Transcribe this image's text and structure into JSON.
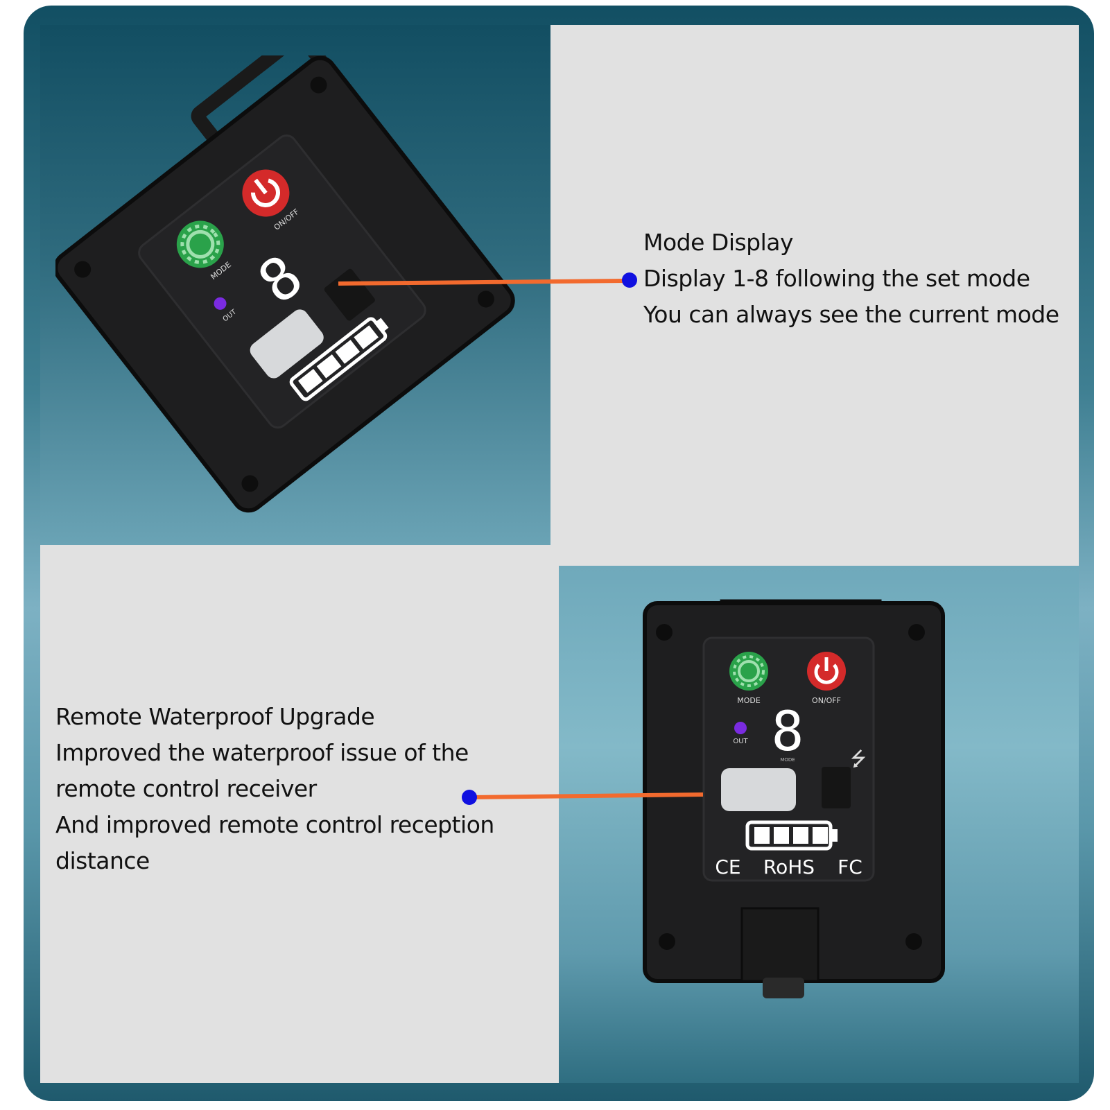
{
  "mode_display": {
    "title": "Mode Display",
    "lines": [
      "Display 1-8 following the set mode",
      "You can always see the current mode"
    ]
  },
  "remote_upgrade": {
    "title": "Remote Waterproof Upgrade",
    "lines": [
      "Improved the waterproof issue of the",
      "remote control receiver",
      "And improved remote control reception",
      "distance"
    ]
  },
  "device": {
    "mode_label": "MODE",
    "onoff_label": "ON/OFF",
    "out_label": "OUT",
    "digit": "8",
    "seg_label": "MODE",
    "ce_mark": "CE",
    "rohs_mark": "RoHS",
    "fc_mark": "FC"
  },
  "colors": {
    "teal_dark": "#124f63",
    "panel_grey": "#e1e1e1",
    "leader_line": "#f26a2e",
    "marker_dot": "#1010e0",
    "mode_button": "#2aa24a",
    "power_button": "#d42a2a",
    "out_led": "#7a2be0"
  }
}
